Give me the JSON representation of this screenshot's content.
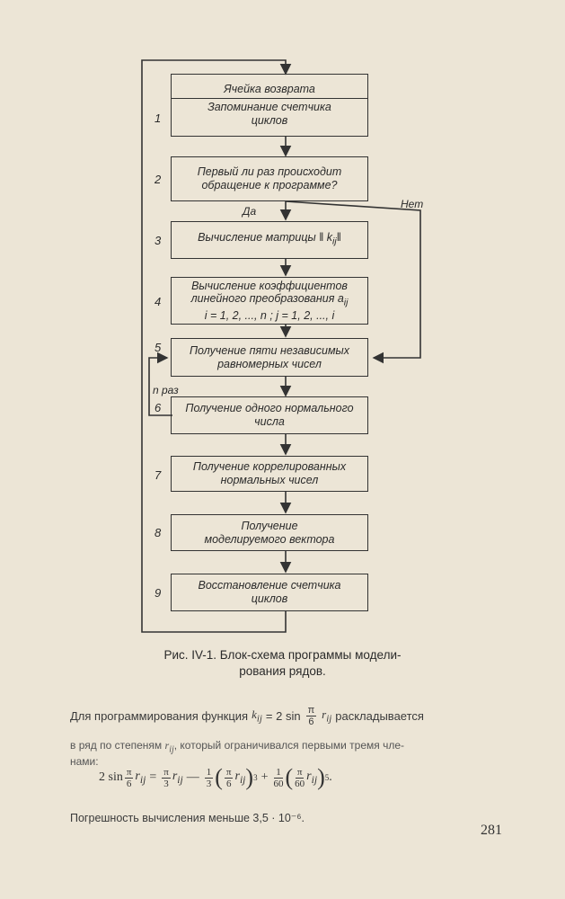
{
  "flowchart": {
    "steps": [
      {
        "num": "1",
        "lines": [
          "Ячейка возврата"
        ],
        "lines2": [
          "Запоминание счетчика",
          "циклов"
        ]
      },
      {
        "num": "2",
        "lines": [
          "Первый ли раз происходит",
          "обращение к программе?"
        ]
      },
      {
        "num": "3",
        "lines": [
          "Вычисление матрицы ‖ k",
          "ij",
          "‖"
        ]
      },
      {
        "num": "4",
        "lines": [
          "Вычисление коэффициентов",
          "линейного преобразования a",
          "ij",
          "i = 1, 2, ..., n ;  j = 1, 2, ..., i"
        ]
      },
      {
        "num": "5",
        "lines": [
          "Получение пяти независимых",
          "равномерных чисел"
        ]
      },
      {
        "num": "6",
        "lines": [
          "Получение одного нормального",
          "числа"
        ]
      },
      {
        "num": "7",
        "lines": [
          "Получение коррелированных",
          "нормальных чисел"
        ]
      },
      {
        "num": "8",
        "lines": [
          "Получение",
          "моделируемого вектора"
        ]
      },
      {
        "num": "9",
        "lines": [
          "Восстановление счетчика",
          "циклов"
        ]
      }
    ],
    "label_yes": "Да",
    "label_no": "Нет",
    "label_loop": "n раз"
  },
  "caption": {
    "line1": "Рис. IV-1. Блок-схема программы модели-",
    "line2": "рования рядов."
  },
  "text": {
    "para1_a": "Для программирования функция",
    "para1_func": "k",
    "para1_sub": "ij",
    "para1_eq": "= 2 sin",
    "pi": "π",
    "six": "6",
    "r": "r",
    "para1_b": "раскладывается",
    "para2_a": "в ряд по степеням",
    "para2_b": ", который ограничивался первыми тремя чле-",
    "para3": "нами:",
    "eq_lhs": "2 sin",
    "eq_eq": "=",
    "three": "3",
    "minus": "—",
    "one": "1",
    "plus": "+",
    "sixty": "60",
    "exp3": "3",
    "exp5": "5",
    "eq_end": ".",
    "error": "Погрешность вычисления меньше 3,5 · 10⁻⁶."
  },
  "page_number": "281"
}
